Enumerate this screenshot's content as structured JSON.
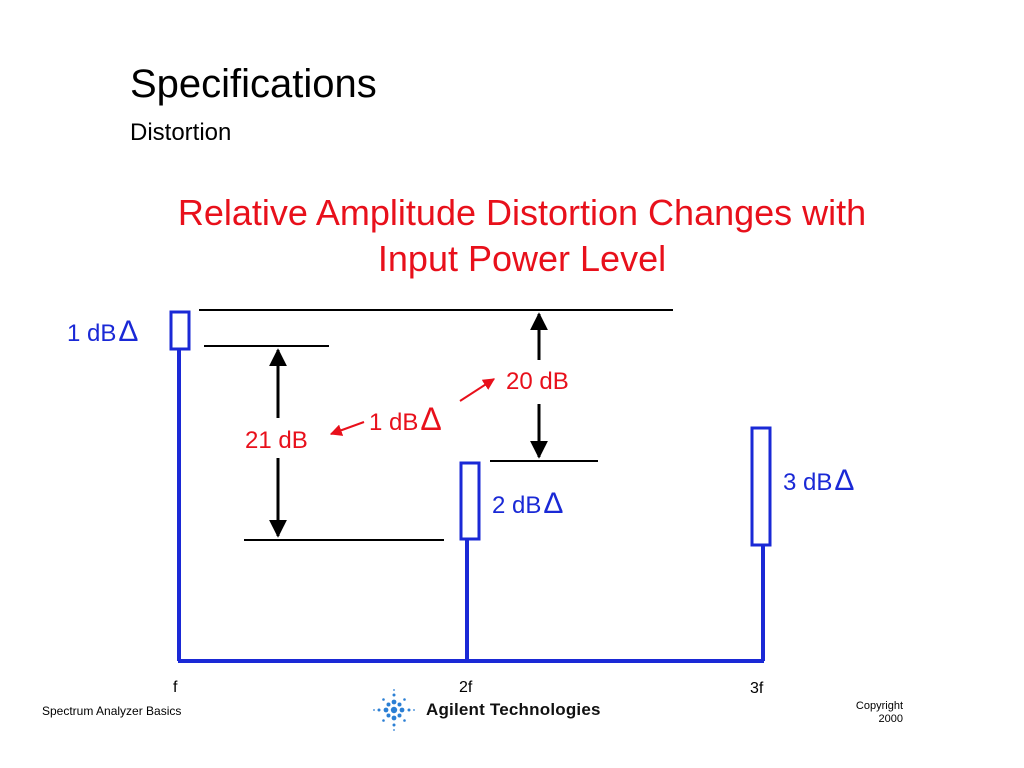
{
  "slide": {
    "title": "Specifications",
    "subtitle": "Distortion",
    "headline_line1": "Relative Amplitude Distortion Changes with",
    "headline_line2": "Input Power Level"
  },
  "diagram": {
    "labels": {
      "fundamental_change": "1 dB",
      "second_change": "2 dB",
      "third_change": "3 dB",
      "relative_change": "1 dB",
      "gap_before": "21 dB",
      "gap_after": "20 dB",
      "delta_symbol": "Δ"
    },
    "x_labels": [
      "f",
      "2f",
      "3f"
    ]
  },
  "footer": {
    "left": "Spectrum Analyzer Basics",
    "logo_text": "Agilent Technologies",
    "copyright_line1": "Copyright",
    "copyright_line2": "2000"
  },
  "colors": {
    "blue": "#1a29d6",
    "red": "#e8101b",
    "black": "#000000"
  }
}
